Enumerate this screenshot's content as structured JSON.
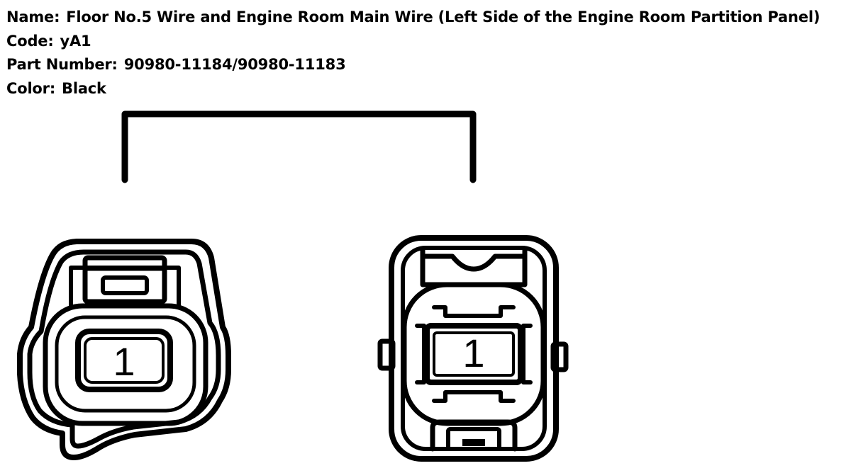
{
  "connector_info": {
    "name_label": "Name:",
    "name_value": "Floor No.5 Wire and Engine Room Main Wire (Left Side of the Engine Room Partition Panel)",
    "code_label": "Code:",
    "code_value": "yA1",
    "part_label": "Part Number:",
    "part_value": "90980-11184/90980-11183",
    "color_label": "Color:",
    "color_value": "Black"
  },
  "connectors": {
    "left": {
      "pin": "1"
    },
    "right": {
      "pin": "1"
    }
  },
  "colors": {
    "stroke": "#000000",
    "background": "#ffffff"
  }
}
